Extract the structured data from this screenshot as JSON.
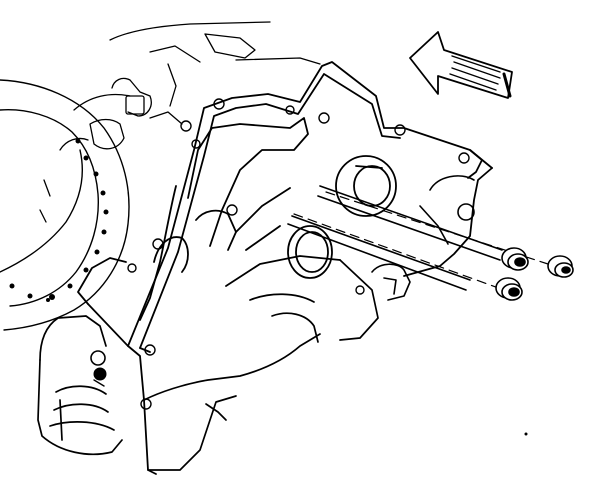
{
  "figure": {
    "kind": "exploded service illustration",
    "colors": {
      "ink": "#000000",
      "paper": "#ffffff"
    },
    "parts": [
      {
        "name": "engine-front-cover",
        "icon": "housing-outline"
      },
      {
        "name": "flywheel-ring-gear",
        "icon": "ring-gear"
      },
      {
        "name": "oil-pump-outlet",
        "icon": "round-port"
      },
      {
        "name": "cover-bolts",
        "icon": "hex-bolt",
        "count": 3
      },
      {
        "name": "bolt-spacer",
        "icon": "washer"
      },
      {
        "name": "direction-arrow",
        "icon": "striped-arrow",
        "points": "left"
      }
    ],
    "text_labels": []
  }
}
